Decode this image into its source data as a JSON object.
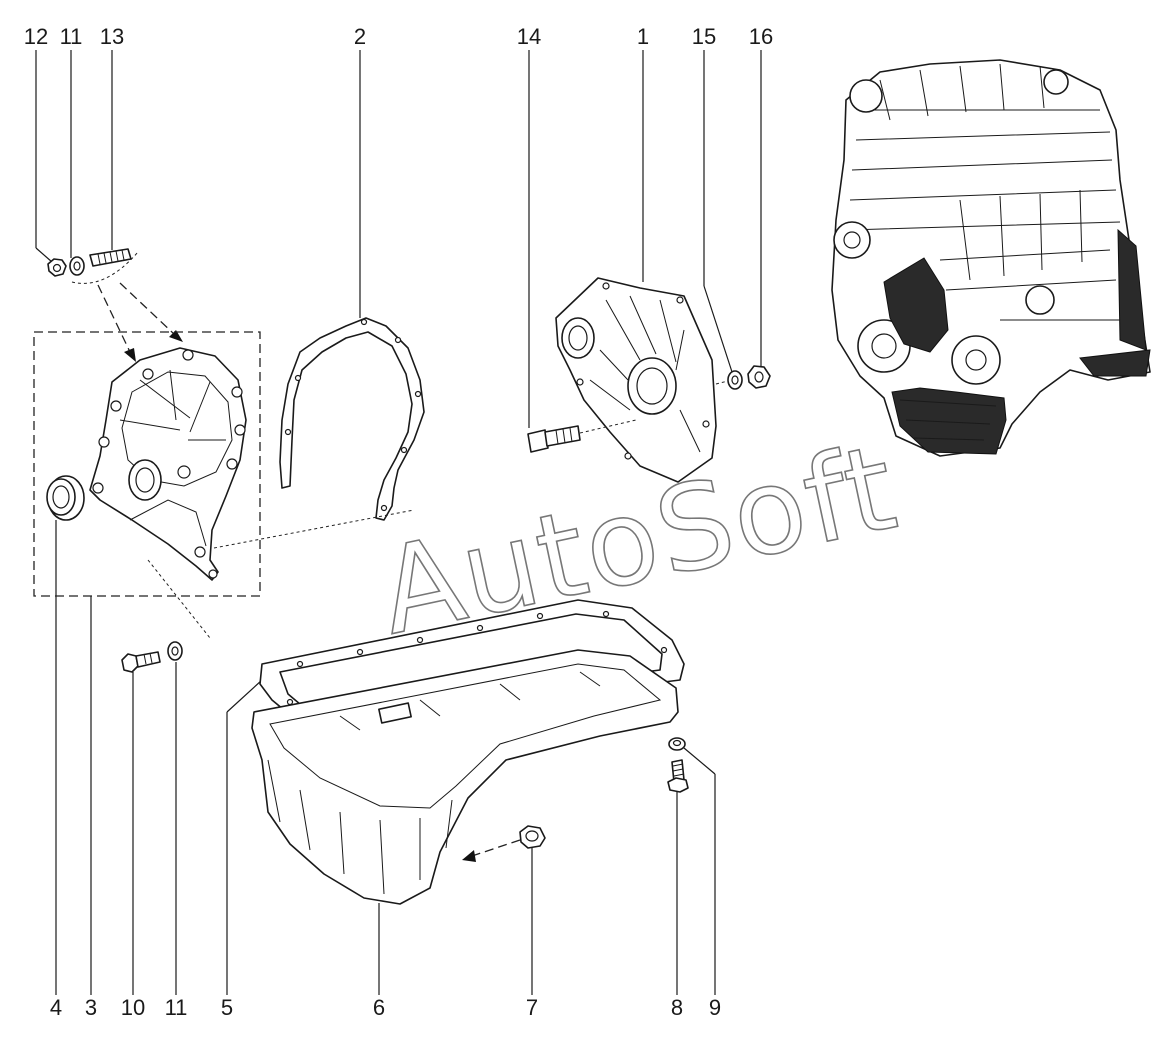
{
  "watermark": "AutoSoft",
  "callouts": {
    "top": [
      "12",
      "11",
      "13",
      "2",
      "14",
      "1",
      "15",
      "16"
    ],
    "bottom": [
      "4",
      "3",
      "10",
      "11",
      "5",
      "6",
      "7",
      "8",
      "9"
    ]
  }
}
